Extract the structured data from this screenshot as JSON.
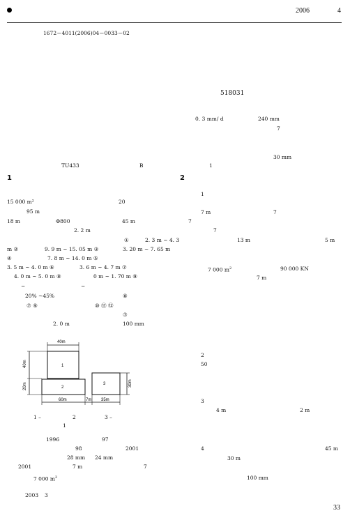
{
  "header": {
    "year": "2006",
    "issue": "4"
  },
  "issn_line": "1672－4011(2006)04－0033－02",
  "page_number": "33",
  "right_col": {
    "postcode": "518031",
    "l1a": "0. 3 mm/ d",
    "l1b": "240 mm",
    "l2": "7",
    "l3": "30 mm",
    "l4": "1",
    "sec2": "2",
    "r_1": "1",
    "r_7a": "7 m",
    "r_7b": "7",
    "r_7c": "7",
    "r_7d": "7",
    "r_13": "13 m",
    "r_5": "5 m",
    "r_area": "7 000 m",
    "r_area_sup": "2",
    "r_kn": "90 000 KN",
    "r_7m": "7 m",
    "r_2": "2",
    "r_50": "50",
    "r_3": "3",
    "r_4m": "4 m",
    "r_2m": "2 m",
    "r_4": "4",
    "r_45": "45 m",
    "r_30": "30 m",
    "r_100": "100 mm"
  },
  "left_col": {
    "tu": "TU433",
    "b": "B",
    "sec1": "1",
    "l_15000": "15 000 m²",
    "l_20": "20",
    "l_95": "95 m",
    "l_18": "18 m",
    "l_phi": "Φ800",
    "l_45": "45 m",
    "l_22": "2. 2 m",
    "l_c1": "①",
    "l_23": "2. 3 m ~ 4. 3",
    "l_m2": "m ②",
    "l_99": "9. 9 m ~ 15. 05 m ③",
    "l_320": "3. 20 m ~ 7. 65 m",
    "l_c4": "④",
    "l_78": "7. 8 m ~ 14. 0 m ⑤",
    "l_35": "3. 5 m ~ 4. 0 m ⑥",
    "l_36": "3. 6 m ~ 4. 7 m ⑦",
    "l_40": "4. 0 m ~ 5. 0 m ⑧",
    "l_0": "0 m ~ 1. 70 m ⑨",
    "l_t1": "~",
    "l_t2": "~",
    "l_20p": "20% ~45%",
    "l_c8": "⑧",
    "l_79": "⑦ ⑨",
    "l_101112": "⑩ ⑪ ⑫",
    "l_c7": "⑦",
    "l_20m": "2. 0 m",
    "l_100": "100 mm",
    "cap1": "1 –",
    "cap2": "2",
    "cap3": "3 –",
    "cap_fig": "1",
    "l_1996": "1996",
    "l_97": "97",
    "l_98": "98",
    "l_2001": "2001",
    "l_28": "28 mm",
    "l_24": "24 mm",
    "l_2001b": "2001",
    "l_7m": "7 m",
    "l_7": "7",
    "l_7000": "7 000 m",
    "l_7000sup": "2",
    "l_2003": "2003",
    "l_3": "3"
  },
  "figure": {
    "dim_top": "40m",
    "dim_left1": "40m",
    "dim_left2": "20m",
    "dim_bottom1": "60m",
    "dim_bottom2": "7m",
    "dim_bottom3": "35m",
    "dim_right": "30m",
    "block1": "1",
    "block2": "2",
    "block3": "3"
  }
}
